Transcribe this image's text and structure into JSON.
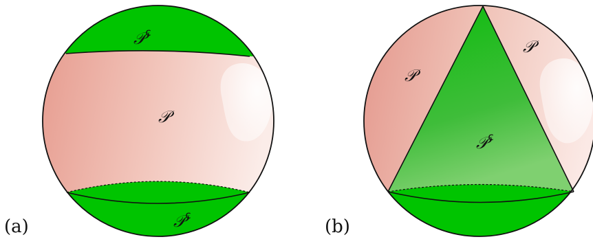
{
  "panels": [
    {
      "id": "a",
      "panel_label": "(a)",
      "regions": [
        {
          "name": "top-cap",
          "label_main": "𝒫",
          "label_sup": "c"
        },
        {
          "name": "middle-band",
          "label_main": "𝒫",
          "label_sup": ""
        },
        {
          "name": "bottom-cap",
          "label_main": "𝒫",
          "label_sup": "c"
        }
      ]
    },
    {
      "id": "b",
      "panel_label": "(b)",
      "regions": [
        {
          "name": "left-region",
          "label_main": "𝒫",
          "label_sup": ""
        },
        {
          "name": "right-region",
          "label_main": "𝒫",
          "label_sup": ""
        },
        {
          "name": "cone-region",
          "label_main": "𝒫",
          "label_sup": "c"
        }
      ]
    }
  ],
  "colors": {
    "green": "#00c400",
    "green_dark": "#0a7a0a",
    "pink": "#e59a8c",
    "pink_light": "#f9e2dc",
    "outline": "#111111"
  }
}
